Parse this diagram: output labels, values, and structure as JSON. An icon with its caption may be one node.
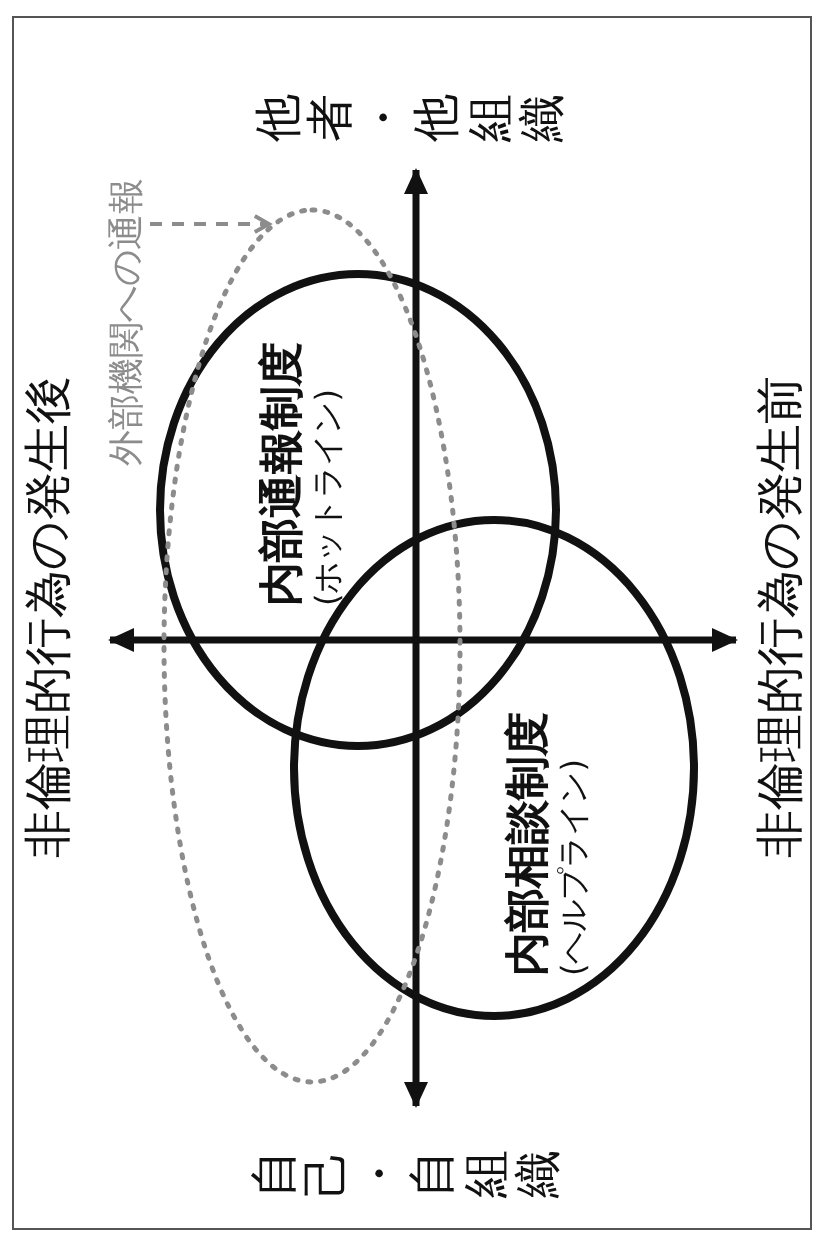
{
  "diagram": {
    "nodes": [
      {
        "text": [
          "内部通報制度",
          "(ホットライン)"
        ]
      },
      {
        "text": [
          "内部相談制度",
          "(ヘルプライン)"
        ]
      },
      {
        "text": [],
        "shape": "ellipse"
      },
      {
        "text": [
          "外部機関への通報"
        ]
      }
    ],
    "edges": [
      {
        "from": 3,
        "to": 2,
        "arrow": "to",
        "style": "dashed",
        "color": "#8c8c8c"
      }
    ],
    "labels": [
      "非倫理的行為の発生後",
      "他者・他組織",
      "自己・自組織",
      "非倫理的行為の発生前"
    ]
  }
}
